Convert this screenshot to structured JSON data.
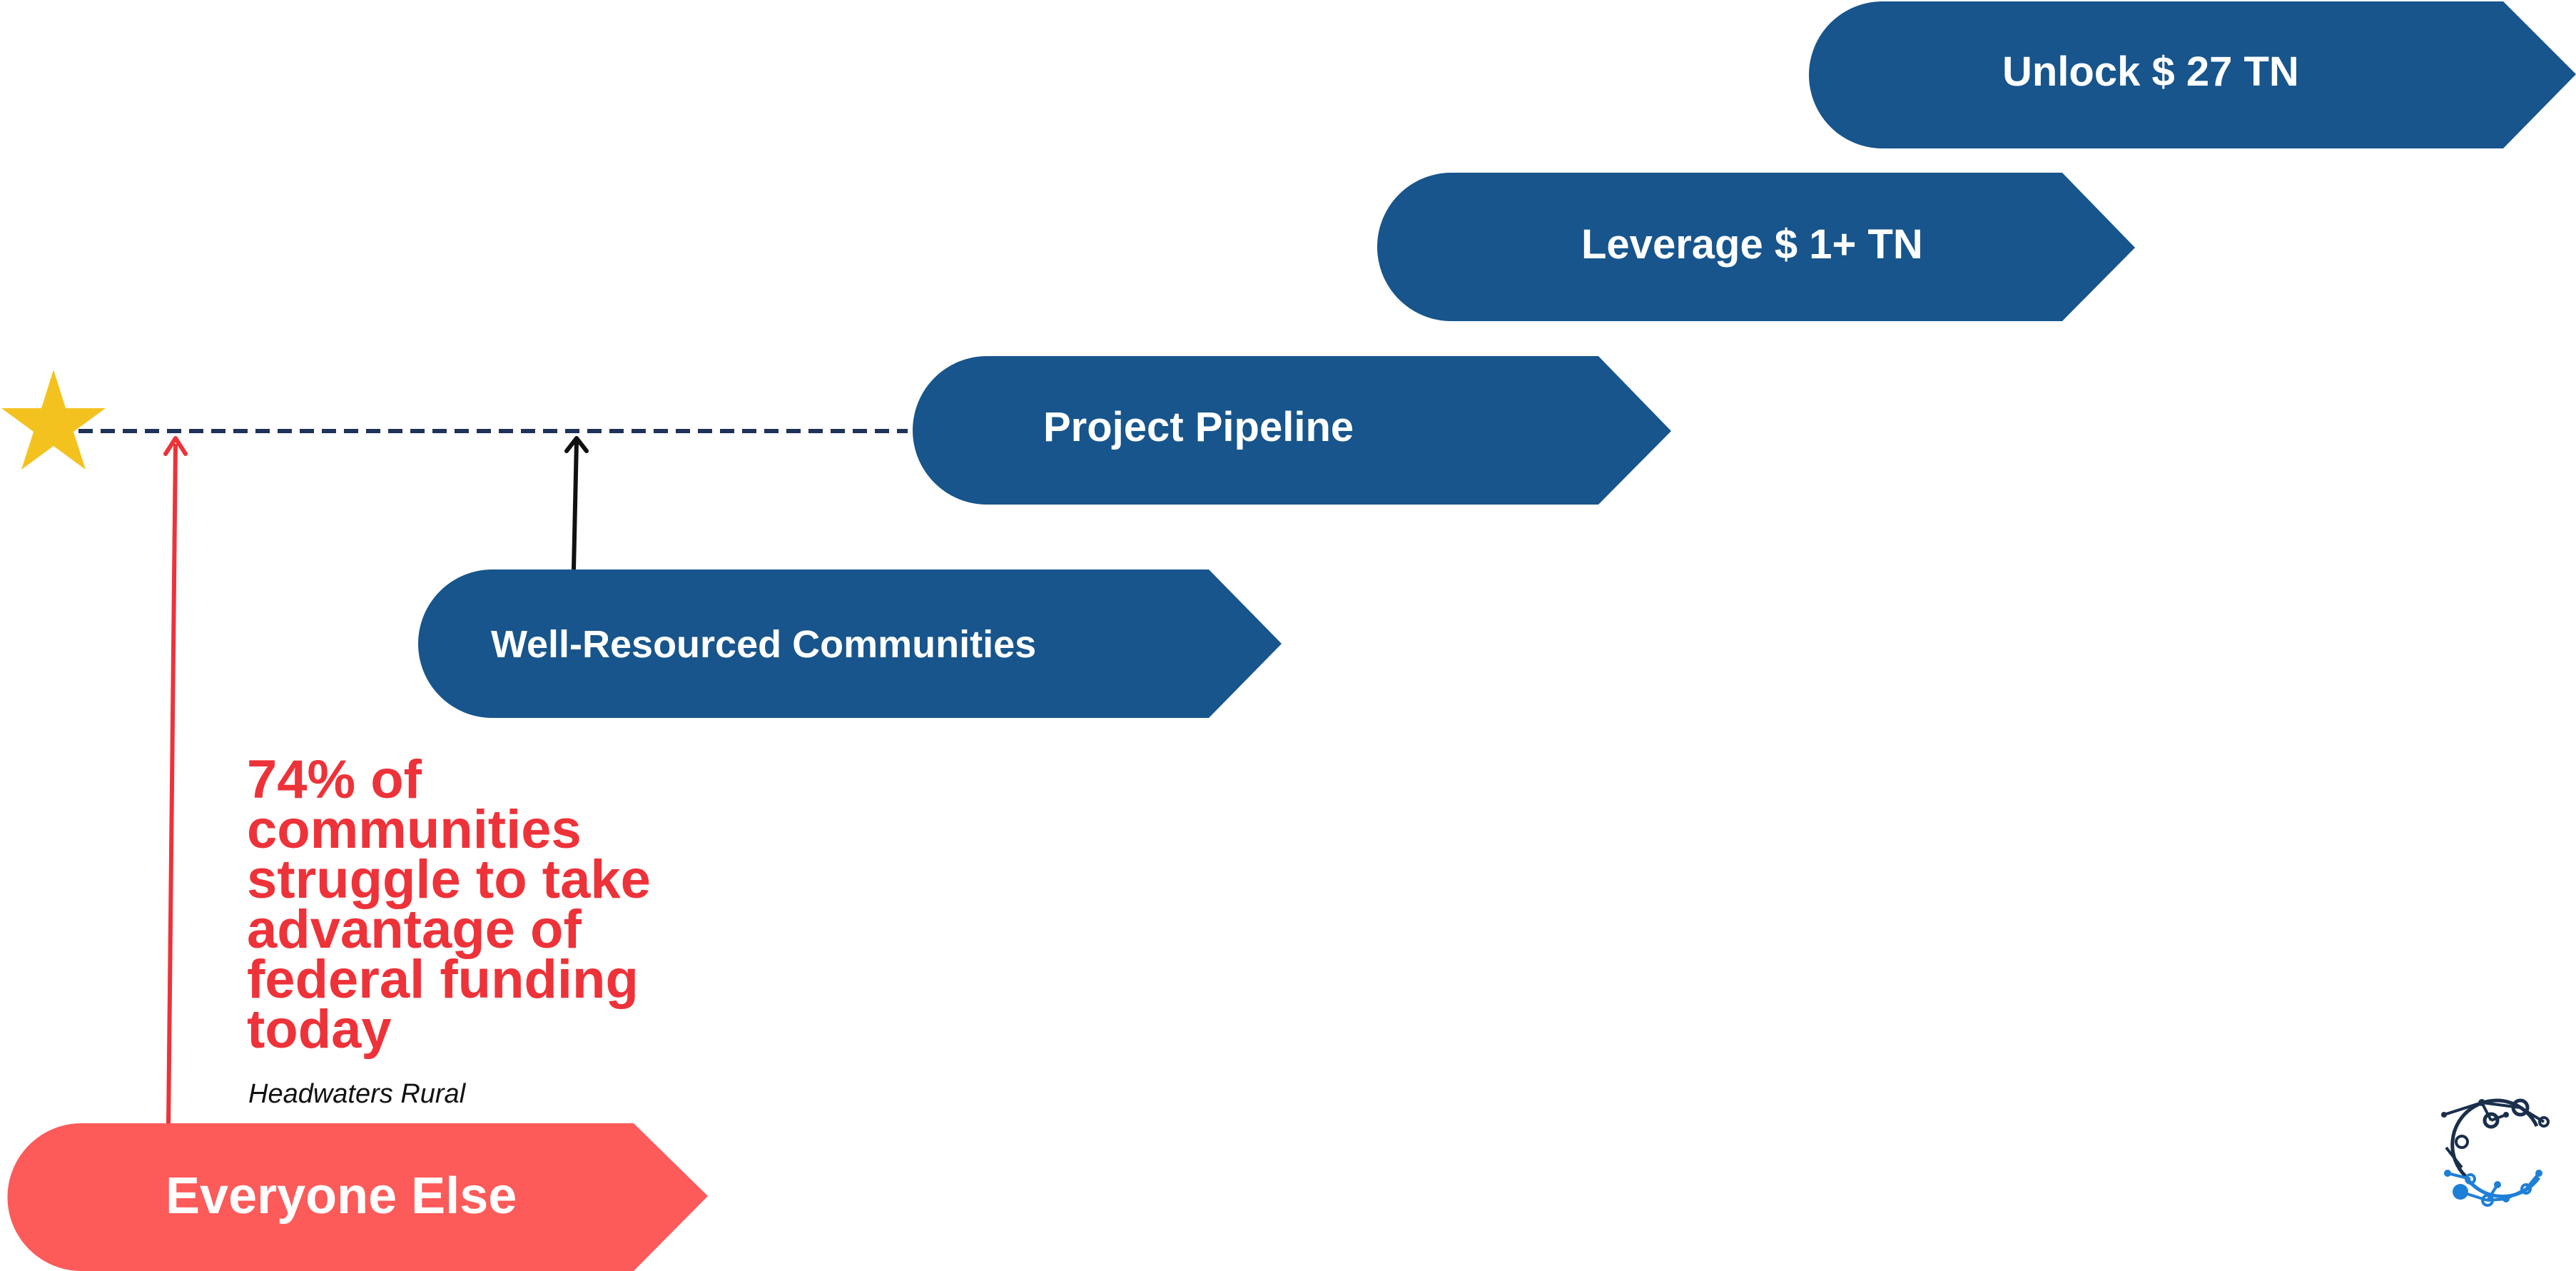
{
  "steps": {
    "unlock": {
      "label": "Unlock $ 27 TN"
    },
    "leverage": {
      "label": "Leverage $ 1+ TN"
    },
    "pipeline": {
      "label": "Project Pipeline"
    },
    "well_resourced": {
      "label": "Well-Resourced Communities"
    },
    "everyone_else": {
      "label": "Everyone Else"
    }
  },
  "stat": {
    "text": "74% of communities struggle to take advantage of federal funding today",
    "source": "Headwaters Rural"
  },
  "colors": {
    "step_blue": "#17558c",
    "everyone_else_red": "#fd5a5a",
    "stat_red": "#ee3239",
    "star_gold": "#f4c21f",
    "dashed_line": "#1f3358",
    "logo_dark": "#1a2f4c",
    "logo_blue": "#1e7fd6"
  },
  "icons": {
    "goal": "star-icon",
    "brand": "network-logo-icon"
  }
}
